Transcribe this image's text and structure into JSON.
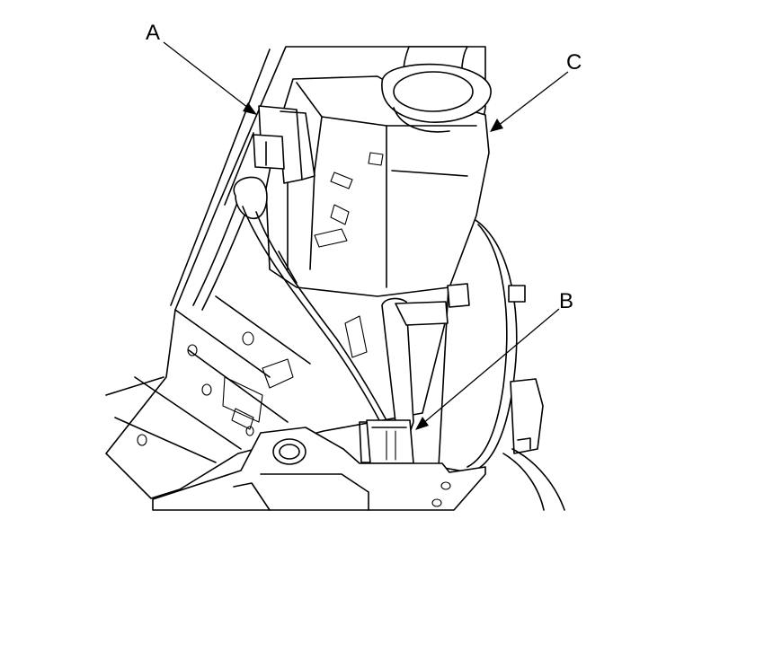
{
  "diagram": {
    "callouts": [
      {
        "id": "a",
        "label": "A"
      },
      {
        "id": "b",
        "label": "B"
      },
      {
        "id": "c",
        "label": "C"
      }
    ],
    "colors": {
      "line": "#000000",
      "background": "#ffffff"
    }
  }
}
